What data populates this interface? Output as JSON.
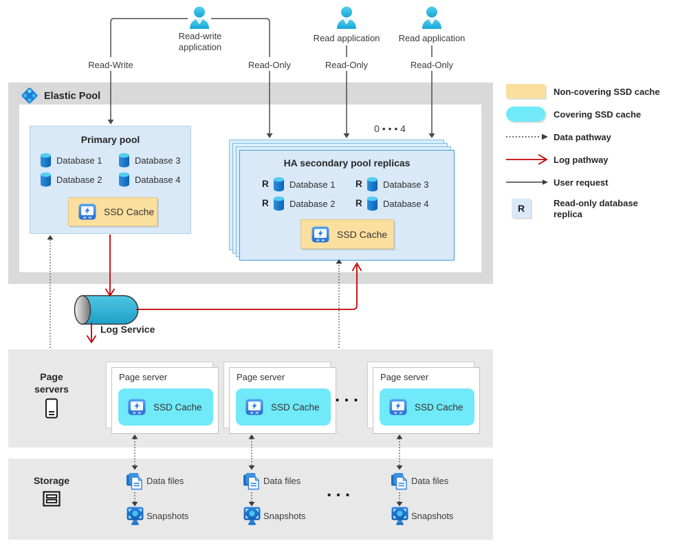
{
  "top": {
    "apps": [
      {
        "label": "Read-write application"
      },
      {
        "label": "Read application"
      },
      {
        "label": "Read application"
      }
    ],
    "request_labels": [
      "Read-Write",
      "Read-Only",
      "Read-Only",
      "Read-Only"
    ]
  },
  "elastic_pool": {
    "title": "Elastic Pool",
    "primary_pool": {
      "title": "Primary pool",
      "databases": [
        "Database 1",
        "Database 2",
        "Database 3",
        "Database 4"
      ],
      "ssd_cache_label": "SSD Cache"
    },
    "ha_pool": {
      "title": "HA secondary pool replicas",
      "replica_range_label": "0 • • • 4",
      "replica_marker": "R",
      "databases": [
        "Database 1",
        "Database 2",
        "Database 3",
        "Database 4"
      ],
      "ssd_cache_label": "SSD Cache"
    }
  },
  "log_service": {
    "label": "Log Service"
  },
  "page_servers": {
    "section_label": "Page servers",
    "ellipsis": "• • •",
    "cards": [
      {
        "title": "Page server",
        "ssd_cache_label": "SSD Cache"
      },
      {
        "title": "Page server",
        "ssd_cache_label": "SSD Cache"
      },
      {
        "title": "Page server",
        "ssd_cache_label": "SSD Cache"
      }
    ]
  },
  "storage": {
    "section_label": "Storage",
    "ellipsis": "• • •",
    "columns": [
      {
        "data_files_label": "Data files",
        "snapshots_label": "Snapshots"
      },
      {
        "data_files_label": "Data files",
        "snapshots_label": "Snapshots"
      },
      {
        "data_files_label": "Data files",
        "snapshots_label": "Snapshots"
      }
    ]
  },
  "legend": {
    "items": [
      {
        "label": "Non-covering SSD cache"
      },
      {
        "label": "Covering SSD cache"
      },
      {
        "label": "Data pathway"
      },
      {
        "label": "Log pathway"
      },
      {
        "label": "User request"
      },
      {
        "label": "Read-only database replica",
        "marker": "R"
      }
    ]
  },
  "colors": {
    "non_covering_ssd": "#FBDF9E",
    "covering_ssd": "#70E9F8",
    "log_pathway_red": "#C00000",
    "pool_fill_blue": "#D9E9F8",
    "section_gray": "#E8E8E8"
  }
}
